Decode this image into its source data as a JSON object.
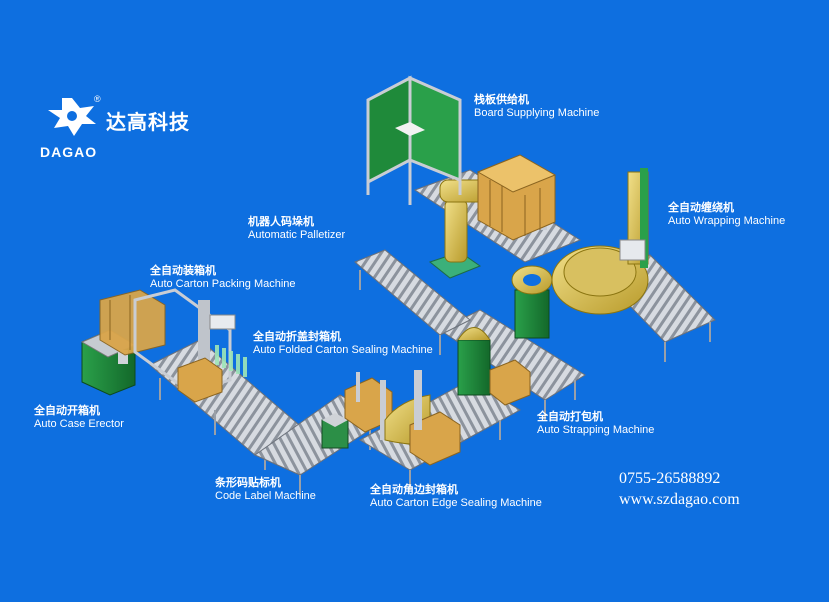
{
  "brand": {
    "name_cn": "达高科技",
    "name_en": "DAGAO",
    "registered_mark": "®"
  },
  "machines": [
    {
      "id": "board-supplying",
      "cn": "栈板供给机",
      "en": "Board Supplying Machine"
    },
    {
      "id": "auto-wrapping",
      "cn": "全自动缠绕机",
      "en": "Auto Wrapping Machine"
    },
    {
      "id": "palletizer",
      "cn": "机器人码垛机",
      "en": "Automatic Palletizer"
    },
    {
      "id": "carton-packing",
      "cn": "全自动装箱机",
      "en": "Auto Carton Packing Machine"
    },
    {
      "id": "folded-carton-sealing",
      "cn": "全自动折盖封箱机",
      "en": "Auto Folded Carton Sealing Machine"
    },
    {
      "id": "case-erector",
      "cn": "全自动开箱机",
      "en": "Auto Case Erector"
    },
    {
      "id": "strapping",
      "cn": "全自动打包机",
      "en": "Auto Strapping Machine"
    },
    {
      "id": "code-label",
      "cn": "条形码贴标机",
      "en": "Code Label Machine"
    },
    {
      "id": "edge-sealing",
      "cn": "全自动角边封箱机",
      "en": "Auto Carton Edge Sealing Machine"
    }
  ],
  "contact": {
    "phone": "0755-26588892",
    "website": "www.szdagao.com"
  },
  "colors": {
    "background": "#0e6fe0",
    "conveyor_frame": "#c9cdd4",
    "roller": "#8a9099",
    "machine_green": "#1f8a3a",
    "carton": "#d9a54a",
    "wrapper_yellow": "#e2c94a"
  }
}
